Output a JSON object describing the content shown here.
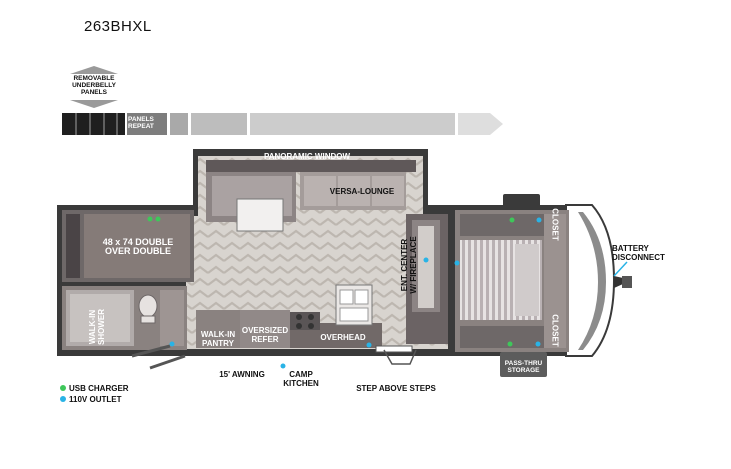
{
  "model": "263BHXL",
  "underbelly": {
    "label_lines": [
      "REMOVABLE",
      "UNDERBELLY",
      "PANELS"
    ],
    "repeat_label_lines": [
      "PANELS",
      "REPEAT"
    ]
  },
  "labels": {
    "panoramic_window": "PANORAMIC WINDOW",
    "versa_lounge": "VERSA-LOUNGE",
    "bed_line1": "48 x 74 DOUBLE",
    "bed_line2": "OVER DOUBLE",
    "ent_center_line1": "ENT. CENTER",
    "ent_center_line2": "W/ FIREPLACE",
    "closet_top": "CLOSET",
    "closet_bottom": "CLOSET",
    "battery_line1": "BATTERY",
    "battery_line2": "DISCONNECT",
    "walkin_shower_line1": "WALK-IN",
    "walkin_shower_line2": "SHOWER",
    "walkin_pantry_line1": "WALK-IN",
    "walkin_pantry_line2": "PANTRY",
    "oversized_refer_line1": "OVERSIZED",
    "oversized_refer_line2": "REFER",
    "overhead": "OVERHEAD",
    "pass_thru_line1": "PASS-THRU",
    "pass_thru_line2": "STORAGE",
    "awning": "15' AWNING",
    "camp_kitchen_line1": "CAMP",
    "camp_kitchen_line2": "KITCHEN",
    "step_above_steps": "STEP ABOVE STEPS"
  },
  "legend": [
    {
      "label": "USB CHARGER",
      "color": "#3ec75a"
    },
    {
      "label": "110V OUTLET",
      "color": "#29b3e6"
    }
  ],
  "colors": {
    "usb": "#3ec75a",
    "outlet": "#29b3e6",
    "wall": "#3a3a3a",
    "cabinet": "#7a6a62",
    "floor": "#d9d6d2"
  }
}
